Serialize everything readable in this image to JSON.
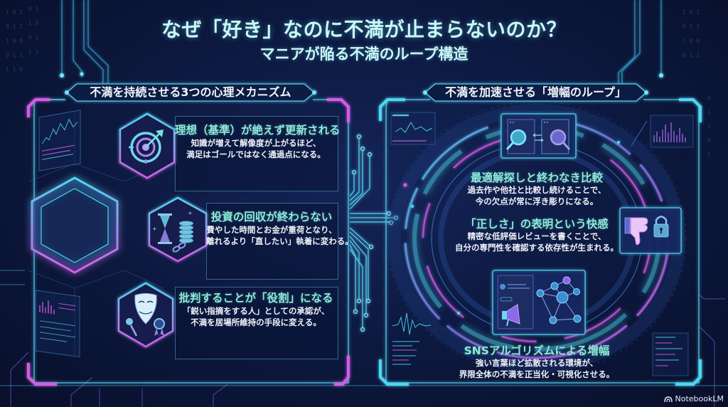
{
  "header": {
    "title": "なぜ「好き」なのに不満が止まらないのか？",
    "subtitle": "マニアが陥る不満のループ構造"
  },
  "left_panel": {
    "label": "不満を持続させる3つの心理メカニズム",
    "cards": [
      {
        "icon": "target-arrow-icon",
        "title": "理想（基準）が絶えず更新される",
        "body_lines": [
          "知識が増えて解像度が上がるほど、",
          "満足はゴールではなく通過点になる。"
        ]
      },
      {
        "icon": "hourglass-coins-chain-icon",
        "title": "投資の回収が終わらない",
        "body_lines": [
          "費やした時間とお金が重荷となり、",
          "離れるより「直したい」執着に変わる。"
        ]
      },
      {
        "icon": "mask-microphone-ribbon-icon",
        "title": "批判することが「役割」になる",
        "body_lines": [
          "「鋭い指摘をする人」としての承認が、",
          "不満を居場所維持の手段に変える。"
        ]
      }
    ]
  },
  "right_panel": {
    "label": "不満を加速させる「増幅のループ」",
    "items": [
      {
        "icon": "compare-magnifiers-icon",
        "title": "最適解探しと終わなき比較",
        "body_lines": [
          "過去作や他社と比較し続けることで、",
          "今の欠点が常に浮き彫りになる。"
        ]
      },
      {
        "icon": "thumbs-down-lock-icon",
        "title": "「正しさ」の表明という快感",
        "body_lines": [
          "精密な低評価レビューを書くことで、",
          "自分の専門性を確認する依存性が生まれる。"
        ]
      },
      {
        "icon": "megaphone-network-icon",
        "title": "SNSアルゴリズムによる増幅",
        "body_lines": [
          "強い言葉ほど拡散される環境が、",
          "界限全体の不満を正当化・可視化させる。"
        ]
      }
    ]
  },
  "watermark": {
    "label": "NotebookLM"
  },
  "colors": {
    "background": "#0a1230",
    "cyan": "#4fd6f0",
    "magenta": "#d35ce8",
    "heading_teal": "#8fe8d8",
    "title": "#cdf6f6"
  }
}
